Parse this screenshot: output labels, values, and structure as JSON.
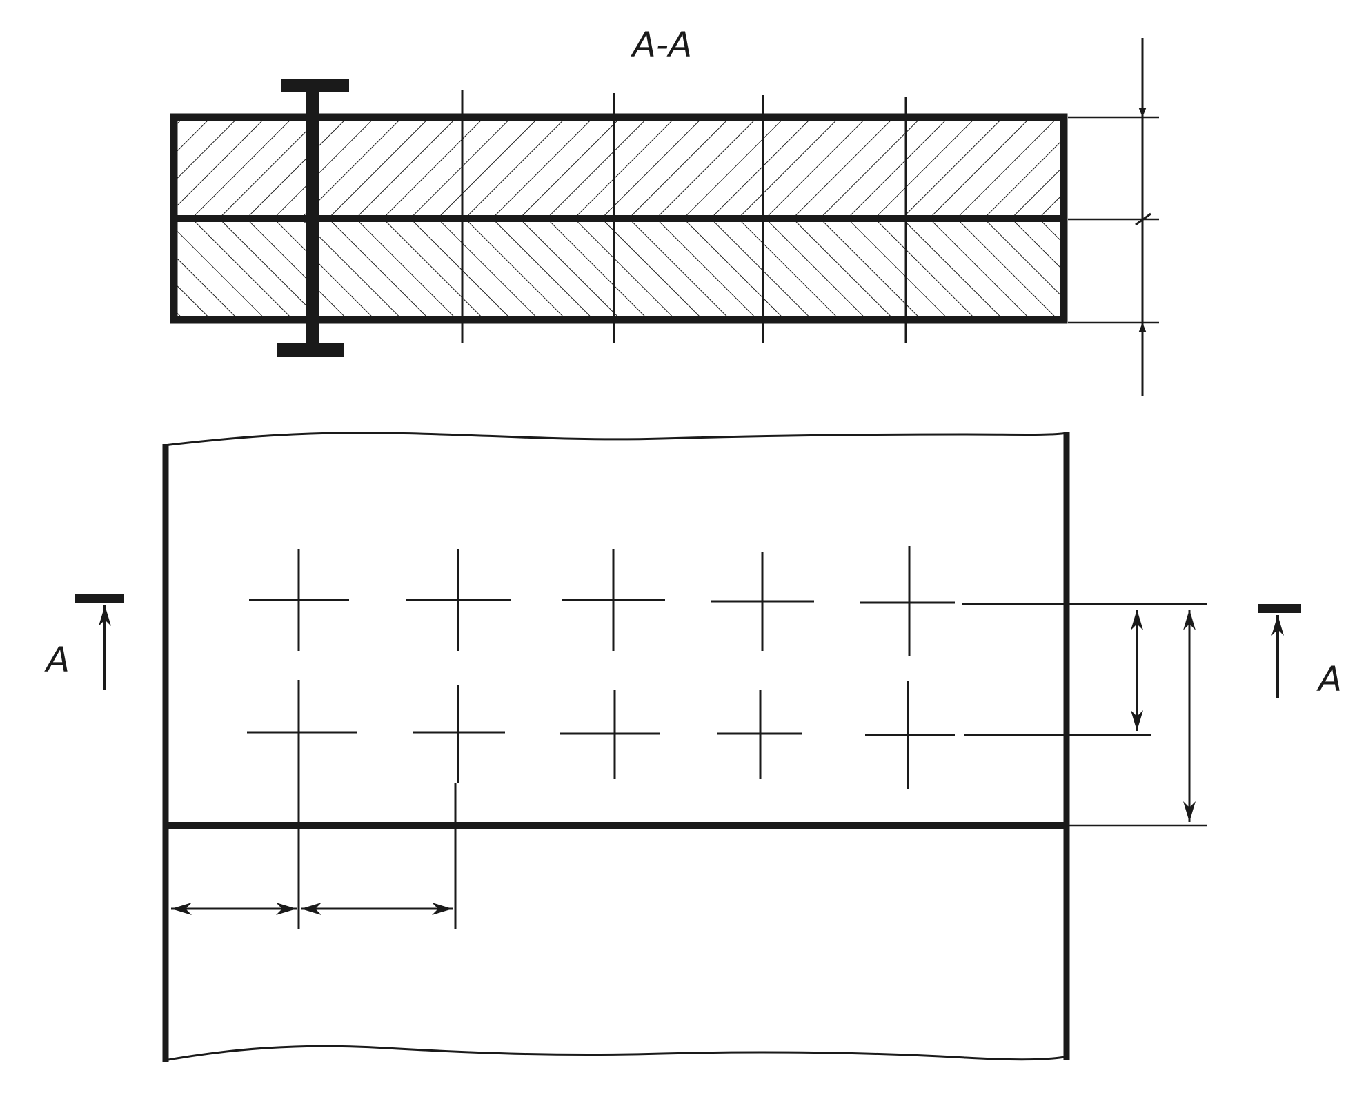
{
  "section_title": "A-A",
  "section_markers": {
    "left": "A",
    "right": "A"
  },
  "colors": {
    "ink": "#1a1a1a",
    "paper": "#ffffff"
  }
}
